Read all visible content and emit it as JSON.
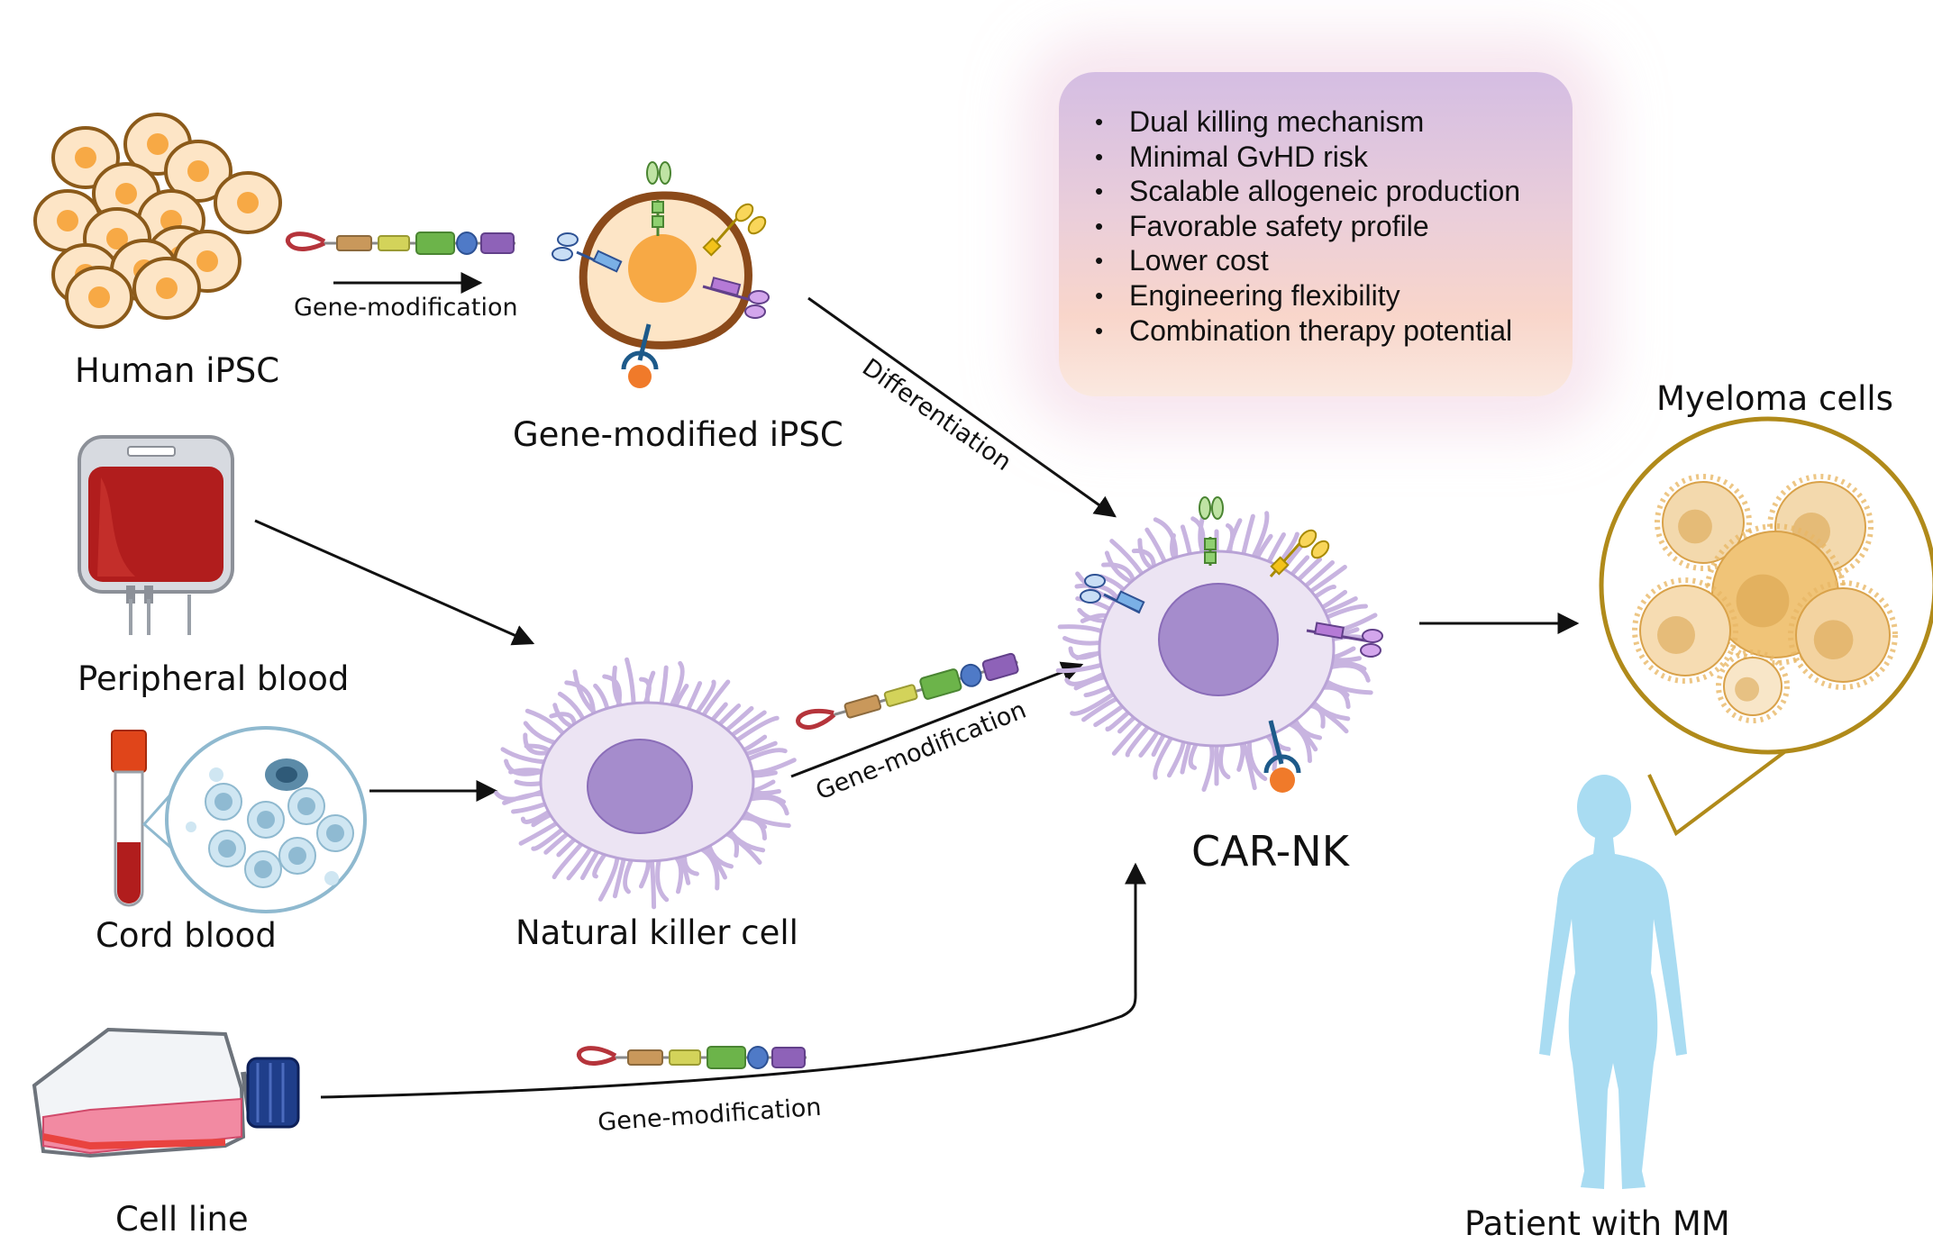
{
  "sources": {
    "human_ipsc": "Human iPSC",
    "gene_modified_ipsc": "Gene-modified iPSC",
    "peripheral_blood": "Peripheral blood",
    "cord_blood": "Cord blood",
    "natural_killer_cell": "Natural killer cell",
    "cell_line": "Cell line"
  },
  "steps": {
    "gene_mod_top": "Gene-modification",
    "differentiation": "Differentiation",
    "gene_mod_middle": "Gene-modification",
    "gene_mod_bottom": "Gene-modification"
  },
  "product": {
    "label": "CAR-NK"
  },
  "target": {
    "myeloma": "Myeloma cells",
    "patient": "Patient with MM"
  },
  "benefits": [
    "Dual killing mechanism",
    "Minimal GvHD risk",
    "Scalable allogeneic production",
    "Favorable safety profile",
    "Lower cost",
    "Engineering flexibility",
    "Combination therapy potential"
  ],
  "colors": {
    "ipsc_fill": "#fde5c6",
    "ipsc_nucleus": "#f7a945",
    "nk_fill": "#ece4f3",
    "nk_nucleus": "#a58ccc",
    "blood_red": "#b11d1d",
    "patient_blue": "#a9dcf2",
    "myeloma_ring": "#b08a1a"
  }
}
